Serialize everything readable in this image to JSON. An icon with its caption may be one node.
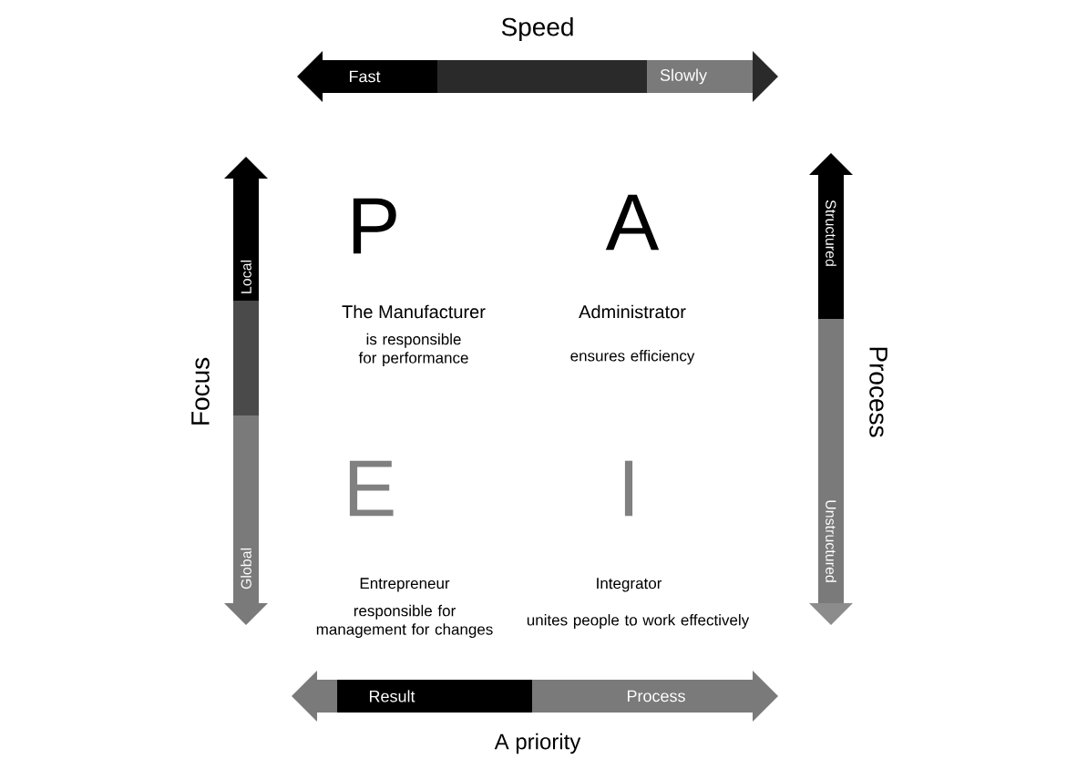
{
  "diagram": {
    "labels": [
      "Speed",
      "Fast",
      "Slowly",
      "P",
      "A",
      "Local",
      "Structured",
      "Focus",
      "The Manufacturer",
      "is responsible for performance",
      "Administrator",
      "ensures efficiency",
      "Process",
      "E",
      "I",
      "Unstructured",
      "Global",
      "Entrepreneur",
      "responsible for management for changes",
      "Integrator",
      "unites people to work effectively",
      "Result",
      "Process",
      "A priority"
    ]
  }
}
